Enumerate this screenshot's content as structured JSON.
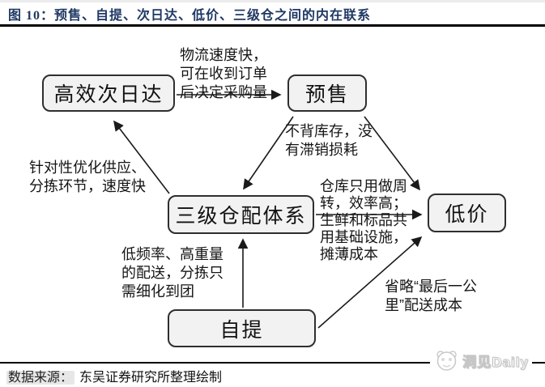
{
  "header": {
    "title": "图 10：预售、自提、次日达、低价、三级仓之间的内在联系"
  },
  "diagram": {
    "nodes": {
      "nextday": "高效次日达",
      "presale": "预售",
      "warehouse": "三级仓配体系",
      "lowprice": "低价",
      "pickup": "自提"
    },
    "notes": {
      "logistics": "物流速度快，\n可在收到订单\n后决定采购量",
      "no_inventory": "不背库存，没\n有滞销损耗",
      "optimize": "针对性优化供应、\n分拣环节，速度快",
      "warehouse_eff": "仓库只用做周\n转，效率高；\n生鲜和标品共\n用基础设施，\n摊薄成本",
      "low_freq": "低频率、高重量\n的配送，分拣只\n需细化到团",
      "last_mile": "省略“最后一公\n里”配送成本"
    }
  },
  "footer": {
    "source_label": "数据来源：",
    "source_text": "东吴证券研究所整理绘制",
    "watermark": "洞见Daily"
  },
  "colors": {
    "title": "#1f3864",
    "node-fill": "#f2f2f2",
    "node-border": "#2f2f2f",
    "arrow": "#1a1a1a",
    "rule": "#000000"
  }
}
